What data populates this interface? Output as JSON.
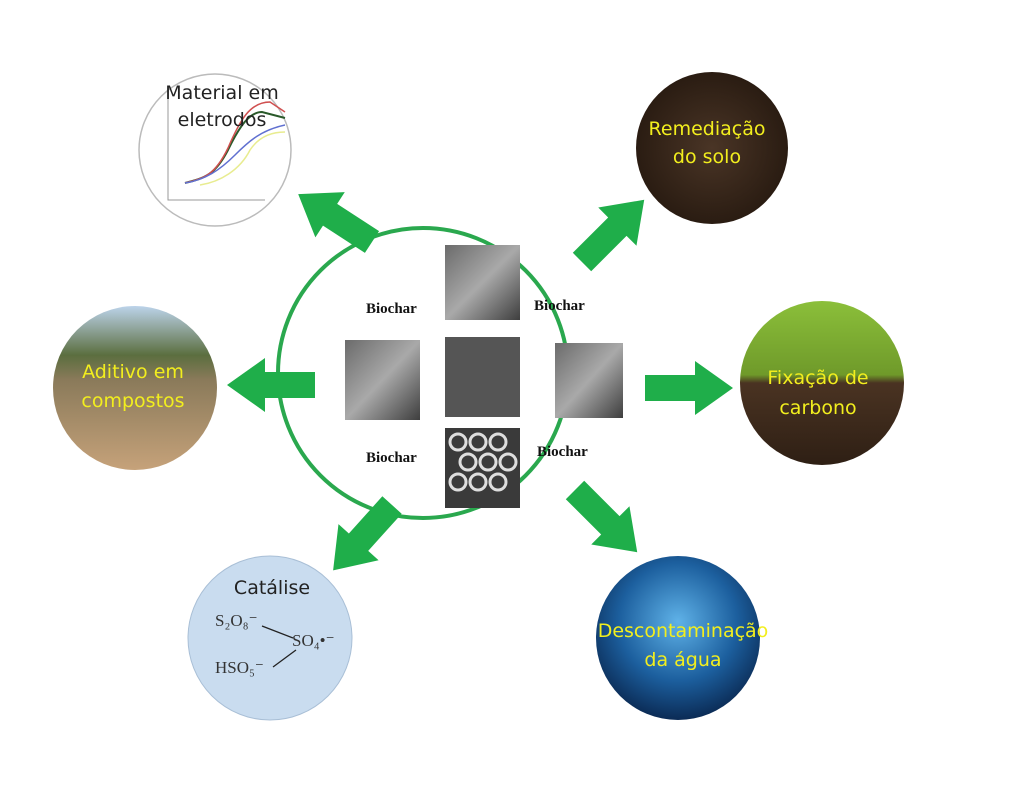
{
  "colors": {
    "arrow": "#1fae4a",
    "center_ring": "#2aa84e"
  },
  "center": {
    "labels": [
      "Biochar",
      "Biochar",
      "Biochar",
      "Biochar"
    ]
  },
  "applications": {
    "eletrodos": {
      "line1": "Material em",
      "line2": "eletrodos"
    },
    "remediacao": {
      "line1": "Remediação",
      "line2": "do solo"
    },
    "aditivo": {
      "line1": "Aditivo em",
      "line2": "compostos"
    },
    "fixacao": {
      "line1": "Fixação de",
      "line2": "carbono"
    },
    "catalise": {
      "title": "Catálise",
      "species1": "S₂O₈⁻",
      "species2": "HSO₅⁻",
      "product": "SO₄•⁻"
    },
    "descontaminacao": {
      "line1": "Descontaminação",
      "line2": "da água"
    }
  }
}
